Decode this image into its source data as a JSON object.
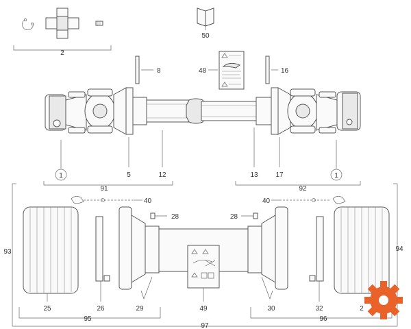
{
  "labels": {
    "l2": "2",
    "l50": "50",
    "l8": "8",
    "l48": "48",
    "l16": "16",
    "l1a": "1",
    "l5": "5",
    "l12": "12",
    "l13": "13",
    "l17": "17",
    "l1b": "1",
    "l91": "91",
    "l92": "92",
    "l40a": "40",
    "l40b": "40",
    "l28a": "28",
    "l28b": "28",
    "l93": "93",
    "l94": "94",
    "l25": "25",
    "l26": "26",
    "l29": "29",
    "l49": "49",
    "l30": "30",
    "l32": "32",
    "l2b": "2",
    "l95": "95",
    "l96": "96",
    "l97": "97"
  },
  "colors": {
    "logo": "#e8622a",
    "stroke": "#555555"
  },
  "icons": [
    "circlip-icon",
    "cross-journal-icon",
    "grease-nipple-icon",
    "manual-book-icon",
    "warning-decal-icon",
    "gear-logo-icon"
  ]
}
